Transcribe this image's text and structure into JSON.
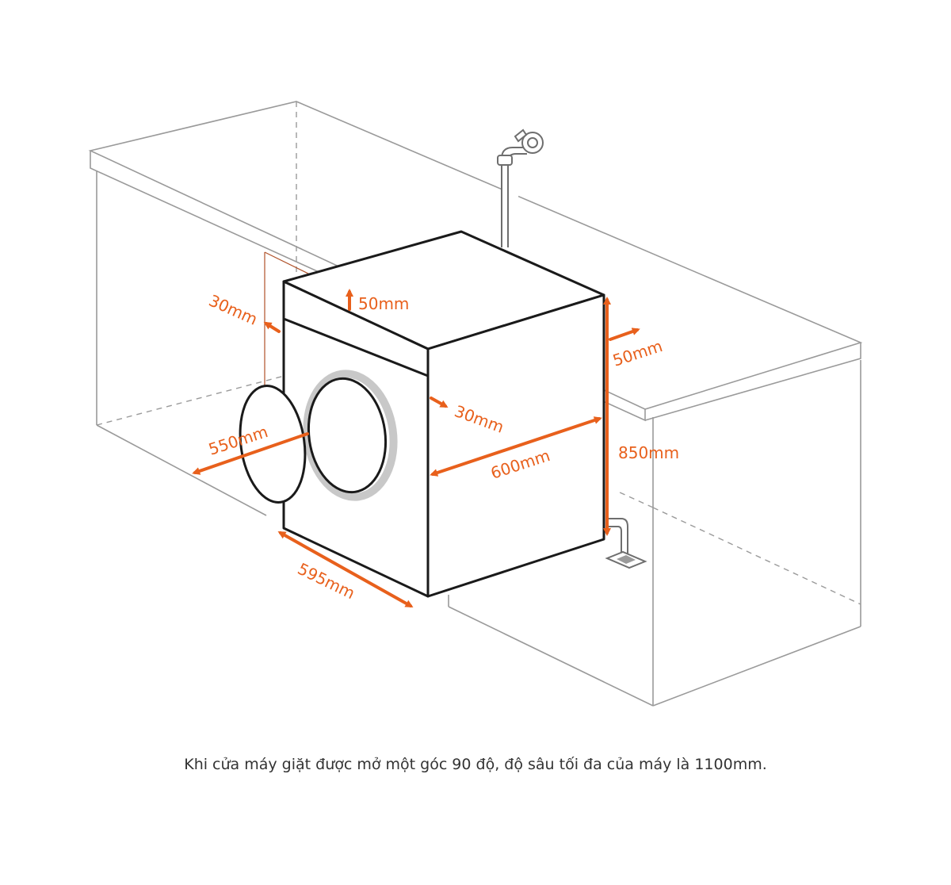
{
  "colors": {
    "accent": "#e8601c",
    "outline": "#1a1a1a",
    "furniture": "#9a9a9a",
    "door_rim": "#c8c8c8"
  },
  "labels": {
    "top_clearance": "50mm",
    "left_clearance": "30mm",
    "right_top_clearance": "50mm",
    "side_clearance": "30mm",
    "door_depth": "550mm",
    "machine_depth": "600mm",
    "machine_height": "850mm",
    "machine_width": "595mm"
  },
  "caption": "Khi cửa máy giặt được mở một góc 90 độ, độ sâu tối đa của máy là 1100mm."
}
